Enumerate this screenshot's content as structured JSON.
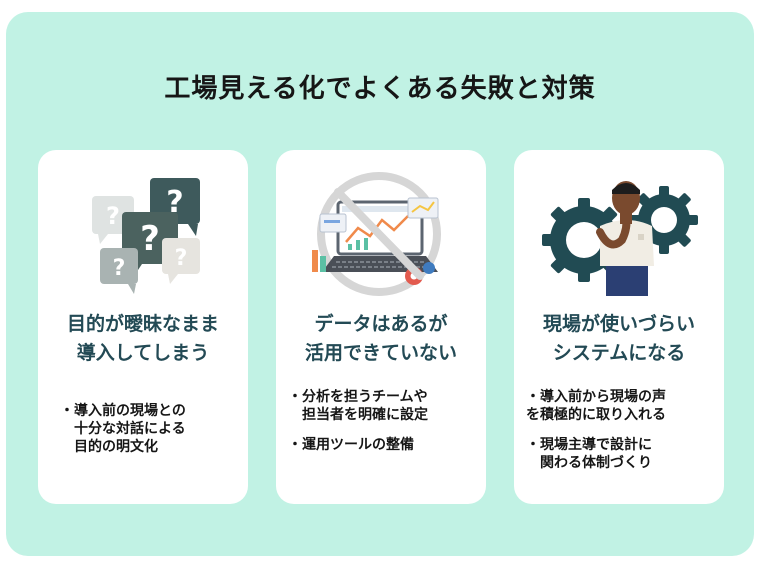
{
  "title": "工場見える化でよくある失敗と対策",
  "colors": {
    "background": "#c1f2e4",
    "card": "#ffffff",
    "heading": "#234a55",
    "text": "#161616"
  },
  "cards": [
    {
      "heading": [
        "目的が曖昧なまま",
        "導入してしまう"
      ],
      "icon": "question-bubbles-icon",
      "bullets": [
        [
          "・導入前の現場との",
          "　十分な対話による",
          "　目的の明文化"
        ]
      ]
    },
    {
      "heading": [
        "データはあるが",
        "活用できていない"
      ],
      "icon": "prohibited-laptop-dashboard-icon",
      "bullets": [
        [
          "・分析を担うチームや",
          "　担当者を明確に設定"
        ],
        [
          "・運用ツールの整備"
        ]
      ]
    },
    {
      "heading": [
        "現場が使いづらい",
        "システムになる"
      ],
      "icon": "confused-person-gears-icon",
      "bullets": [
        [
          "・導入前から現場の声",
          "を積極的に取り入れる"
        ],
        [
          "・現場主導で設計に",
          "　関わる体制づくり"
        ]
      ]
    }
  ]
}
